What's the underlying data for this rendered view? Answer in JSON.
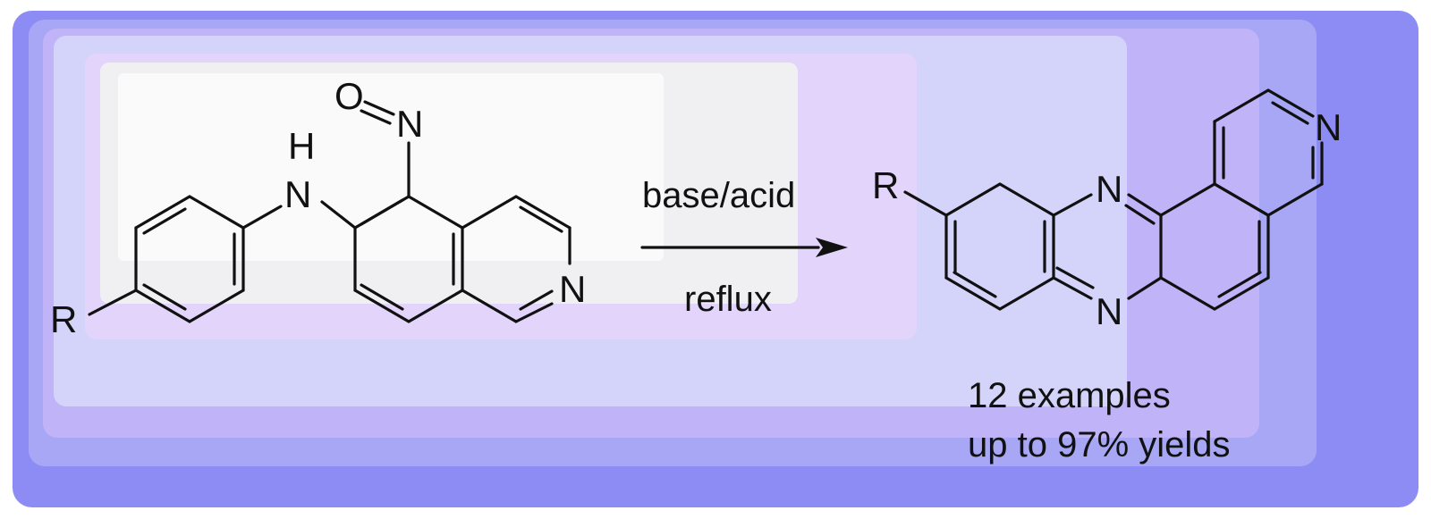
{
  "reaction": {
    "conditions": {
      "above_arrow": "base/acid",
      "below_arrow": "reflux"
    },
    "reactant_labels": {
      "oxygen": "O",
      "nitroso_n": "N",
      "amine_h": "H",
      "amine_n": "N",
      "ring_n": "N",
      "substituent": "R"
    },
    "product_labels": {
      "substituent": "R",
      "pyrazine_n_top": "N",
      "pyrazine_n_bottom": "N",
      "ring_n": "N"
    },
    "summary": {
      "line1": "12 examples",
      "line2": "up to 97% yields"
    }
  },
  "colors": {
    "frame_outer": "#8c8cf4",
    "frame_layer_2": "#a7a7f6",
    "frame_layer_3": "#c1b3f7",
    "frame_layer_4": "#d4d4fa",
    "frame_layer_5": "#e2d4fa",
    "inner_panel": "#f0f0f2",
    "ink": "#111111"
  }
}
